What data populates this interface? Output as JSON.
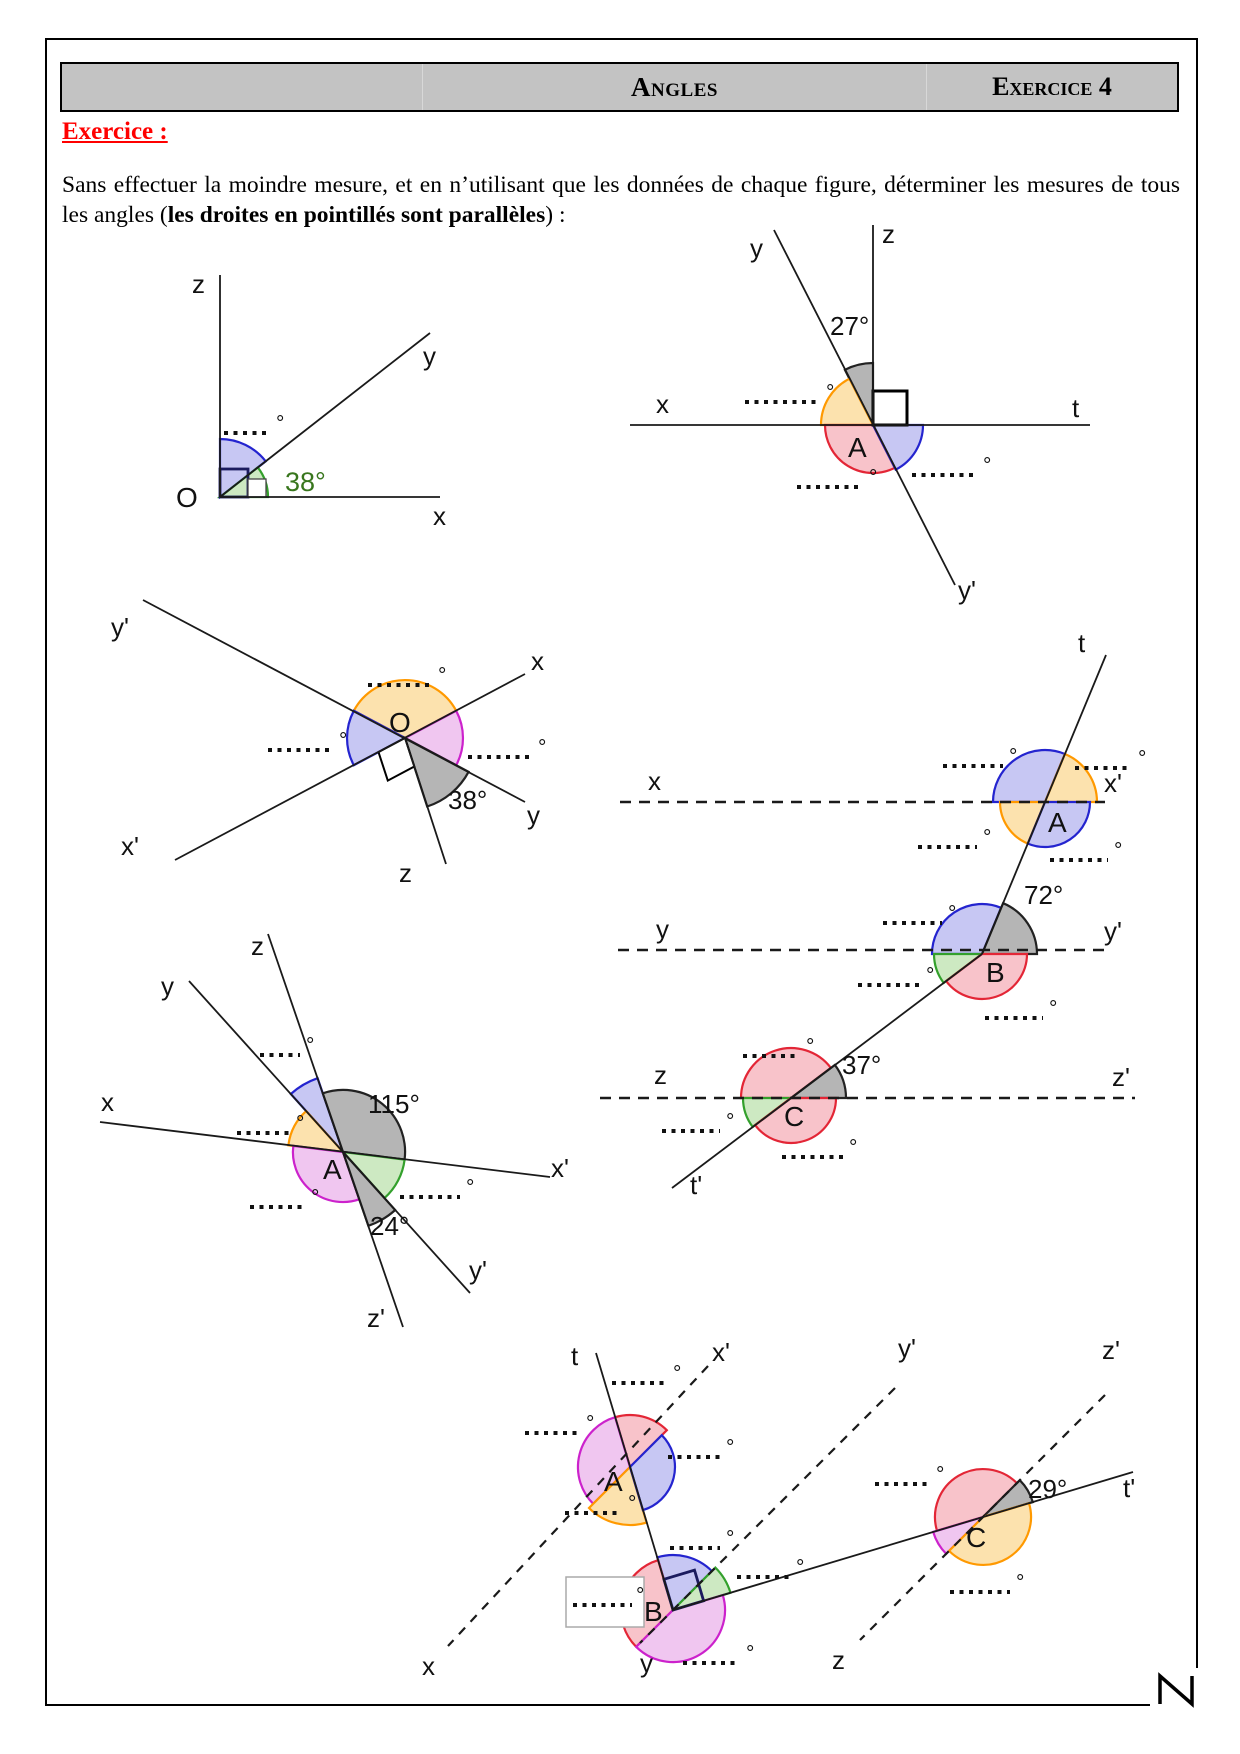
{
  "header": {
    "title": "Angles",
    "exercise": "Exercice 4"
  },
  "heading": "Exercice :",
  "instructions": {
    "part1": "Sans effectuer la moindre mesure, et en n’utilisant que les données de chaque figure, déterminer les mesures de tous les angles (",
    "bold": "les droites en pointillés sont parallèles",
    "part2": ") :"
  },
  "symbols": {
    "degree": "°"
  },
  "figures": {
    "fig1": {
      "angle": "38°",
      "labels": {
        "z": "z",
        "y": "y",
        "x": "x",
        "o": "O"
      }
    },
    "fig2": {
      "angle": "27°",
      "labels": {
        "z": "z",
        "y": "y",
        "x": "x",
        "t": "t",
        "y2": "y'",
        "a": "A"
      }
    },
    "fig3": {
      "angle": "38°",
      "labels": {
        "y2": "y'",
        "x": "x",
        "x2": "x'",
        "y": "y",
        "z": "z",
        "o": "O"
      }
    },
    "fig4": {
      "angle_big": "115°",
      "angle_small": "24°",
      "labels": {
        "z": "z",
        "y": "y",
        "x": "x",
        "x2": "x'",
        "y2": "y'",
        "z2": "z'",
        "a": "A"
      }
    },
    "fig5": {
      "angle_b": "72°",
      "angle_c": "37°",
      "labels": {
        "t": "t",
        "t2": "t'",
        "x": "x",
        "x2": "x'",
        "y": "y",
        "y2": "y'",
        "z": "z",
        "z2": "z'",
        "a": "A",
        "b": "B",
        "c": "C"
      }
    },
    "fig6": {
      "angle_c": "29°",
      "labels": {
        "t": "t",
        "t2": "t'",
        "x": "x",
        "x2": "x'",
        "y": "y",
        "y2": "y'",
        "z": "z",
        "z2": "z'",
        "a": "A",
        "b": "B",
        "c": "C"
      }
    }
  }
}
